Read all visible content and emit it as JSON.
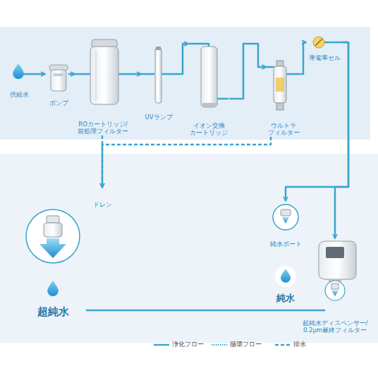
{
  "diagram": {
    "nodes": [
      {
        "text": [
          "供給水"
        ]
      },
      {
        "text": [
          "ポンプ"
        ]
      },
      {
        "text": [
          "ROカートリッジ/ 前処理フィルター"
        ]
      },
      {
        "text": [
          "UVランプ"
        ]
      },
      {
        "text": [
          "イオン交換 カートリッジ"
        ]
      },
      {
        "text": [
          "ウルトラ フィルター"
        ]
      },
      {
        "text": [
          "導電率セル"
        ]
      },
      {
        "text": [
          "ドレン"
        ]
      },
      {
        "text": [
          "純水ポート"
        ]
      },
      {
        "text": [
          "純水"
        ]
      },
      {
        "text": [
          "超純水ディスペンサー/ 0.2μm最終フィルター"
        ]
      },
      {
        "text": [
          "超純水"
        ]
      }
    ],
    "edges": [
      {
        "from": 0,
        "to": 1,
        "arrow": "to"
      },
      {
        "from": 1,
        "to": 2,
        "arrow": "to"
      },
      {
        "from": 2,
        "to": 3,
        "arrow": "to"
      },
      {
        "from": 3,
        "to": 4,
        "arrow": "to"
      },
      {
        "from": 4,
        "to": 5,
        "arrow": "to"
      },
      {
        "from": 5,
        "to": 6,
        "arrow": "to"
      },
      {
        "from": 6,
        "to": 8,
        "arrow": "to"
      },
      {
        "from": 6,
        "to": 10,
        "arrow": "to"
      },
      {
        "from": 5,
        "to": 7,
        "arrow": "to"
      },
      {
        "from": 2,
        "to": 7,
        "arrow": "to"
      },
      {
        "from": 10,
        "to": 11,
        "arrow": "none"
      }
    ],
    "legend": [
      {
        "text": "浄化フロー"
      },
      {
        "text": "循環フロー"
      },
      {
        "text": "排水"
      }
    ]
  }
}
